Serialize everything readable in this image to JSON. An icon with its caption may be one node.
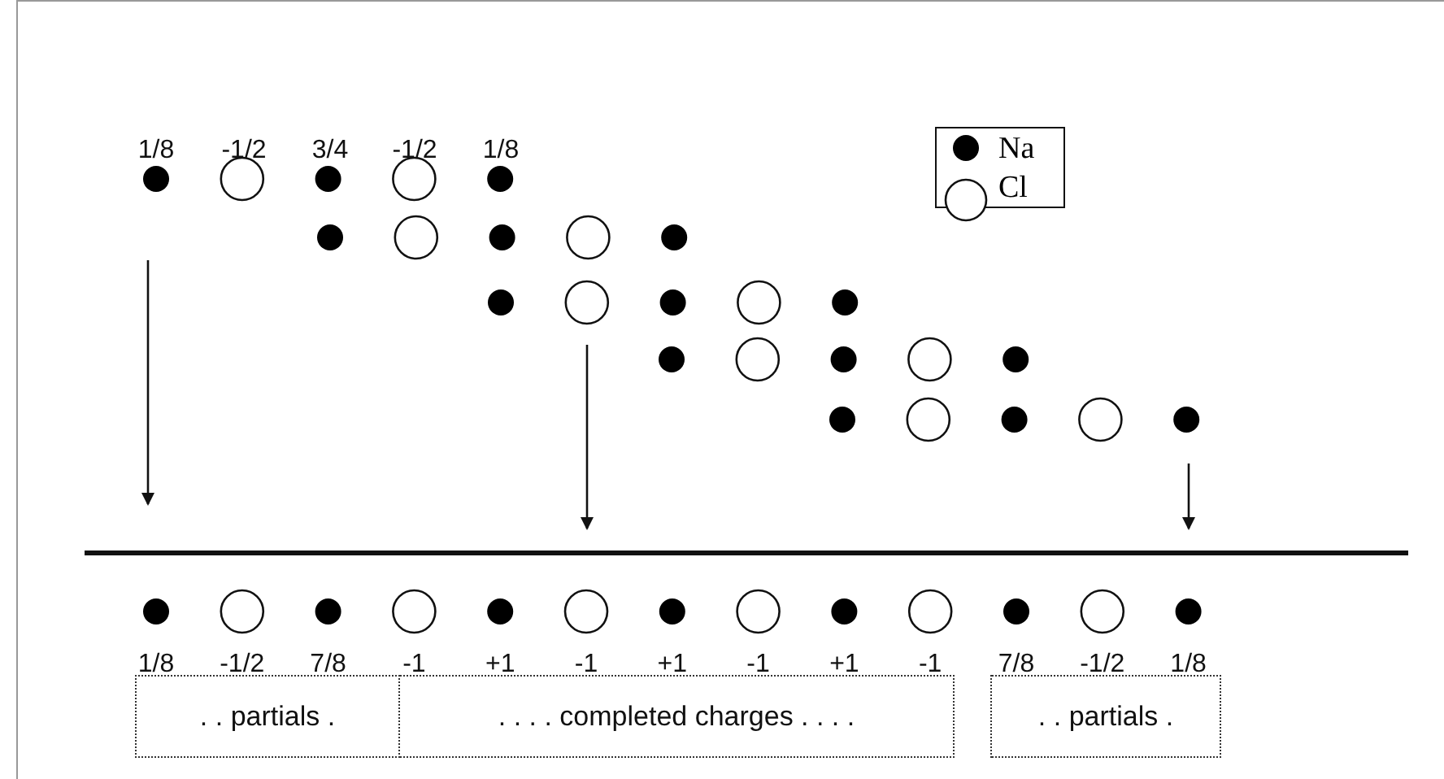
{
  "diagram": {
    "nodes": [
      {
        "text": [
          ". . partials ."
        ]
      },
      {
        "text": [
          ". . . . completed charges . . . ."
        ]
      },
      {
        "text": [
          ". . partials ."
        ]
      }
    ],
    "edges": [],
    "labels": [
      "1/8",
      "-1/2",
      "3/4",
      "-1/2",
      "1/8",
      "1/8",
      "-1/2",
      "7/8",
      "-1",
      "+1",
      "-1",
      "+1",
      "-1",
      "+1",
      "-1",
      "7/8",
      "-1/2",
      "1/8"
    ],
    "legend": [
      {
        "text": "Na"
      },
      {
        "text": "Cl"
      }
    ]
  }
}
